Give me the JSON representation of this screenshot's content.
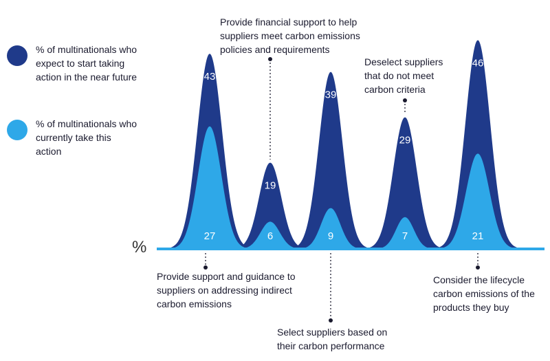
{
  "legend": {
    "items": [
      {
        "label": "% of multinationals who expect to start taking action in the near future",
        "color": "#1f3a8a"
      },
      {
        "label": "% of multinationals who currently take this action",
        "color": "#2ea8e8"
      }
    ]
  },
  "axis_unit": "%",
  "chart_data": {
    "type": "area",
    "categories": [
      "Provide support and guidance to suppliers on addressing indirect carbon emissions",
      "Provide financial support to help suppliers meet carbon emissions policies and requirements",
      "Select suppliers based on their carbon performance",
      "Deselect suppliers that do not meet carbon criteria",
      "Consider the lifecycle carbon emissions of the products they buy"
    ],
    "series": [
      {
        "name": "% of multinationals who expect to start taking action in the near future",
        "values": [
          43,
          19,
          39,
          29,
          46
        ],
        "color": "#1f3a8a"
      },
      {
        "name": "% of multinationals who currently take this action",
        "values": [
          27,
          6,
          9,
          7,
          21
        ],
        "color": "#2ea8e8"
      }
    ],
    "ylabel": "%",
    "ylim": [
      0,
      100
    ]
  }
}
